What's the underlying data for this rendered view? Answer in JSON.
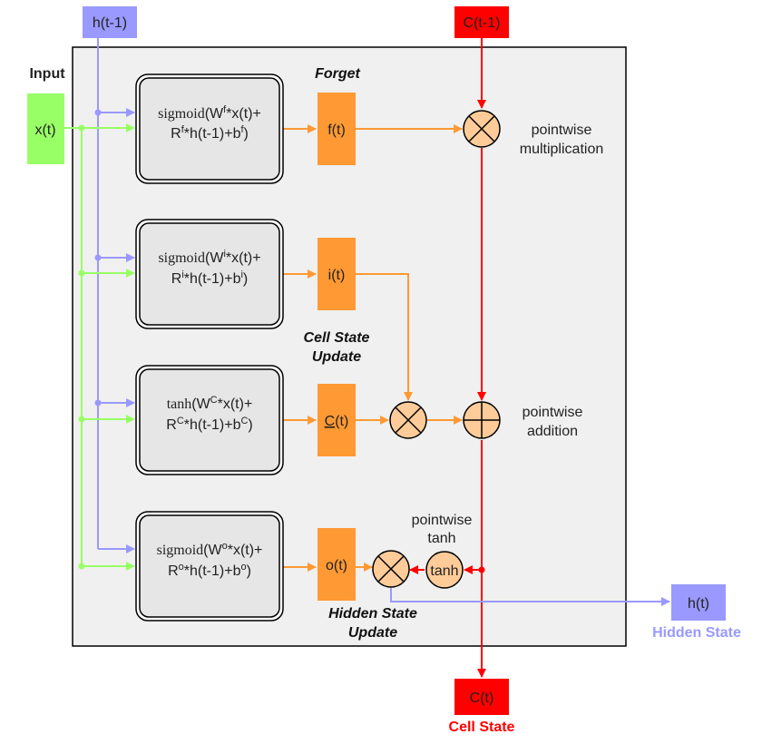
{
  "colors": {
    "green": "#99ff66",
    "blue": "#9999ff",
    "red": "#ff0000",
    "orange": "#ff9933",
    "op_fill": "#ffcc99",
    "panel": "#f0f0f0",
    "gate_box": "#e6e6e6"
  },
  "input": {
    "heading": "Input",
    "x": "x(t)"
  },
  "h_prev": "h(t-1)",
  "c_prev": "C(t-1)",
  "c_out": {
    "value": "C(t)",
    "caption": "Cell State"
  },
  "h_out": {
    "value": "h(t)",
    "caption": "Hidden State"
  },
  "labels": {
    "forget": "Forget",
    "cell_update_1": "Cell State",
    "cell_update_2": "Update",
    "hidden_update_1": "Hidden State",
    "hidden_update_2": "Update",
    "pw_mult_1": "pointwise",
    "pw_mult_2": "multiplication",
    "pw_add_1": "pointwise",
    "pw_add_2": "addition",
    "pw_tanh_1": "pointwise",
    "pw_tanh_2": "tanh",
    "tanh_node": "tanh"
  },
  "gates": [
    {
      "fn": "sigmoid",
      "w_sup": "f",
      "r_sup": "f",
      "b_sup": "f",
      "output": "f(t)"
    },
    {
      "fn": "sigmoid",
      "w_sup": "i",
      "r_sup": "i",
      "b_sup": "i",
      "output": "i(t)"
    },
    {
      "fn": "tanh",
      "w_sup": "C",
      "r_sup": "C",
      "b_sup": "C",
      "output_main": "C",
      "output_rest": "(t)"
    },
    {
      "fn": "sigmoid",
      "w_sup": "o",
      "r_sup": "o",
      "b_sup": "o",
      "output": "o(t)"
    }
  ],
  "formula": {
    "open": "(W",
    "x_part": "*x(t)+",
    "r": "R",
    "h_part": "*h(t-1)+b",
    "close": ")"
  }
}
